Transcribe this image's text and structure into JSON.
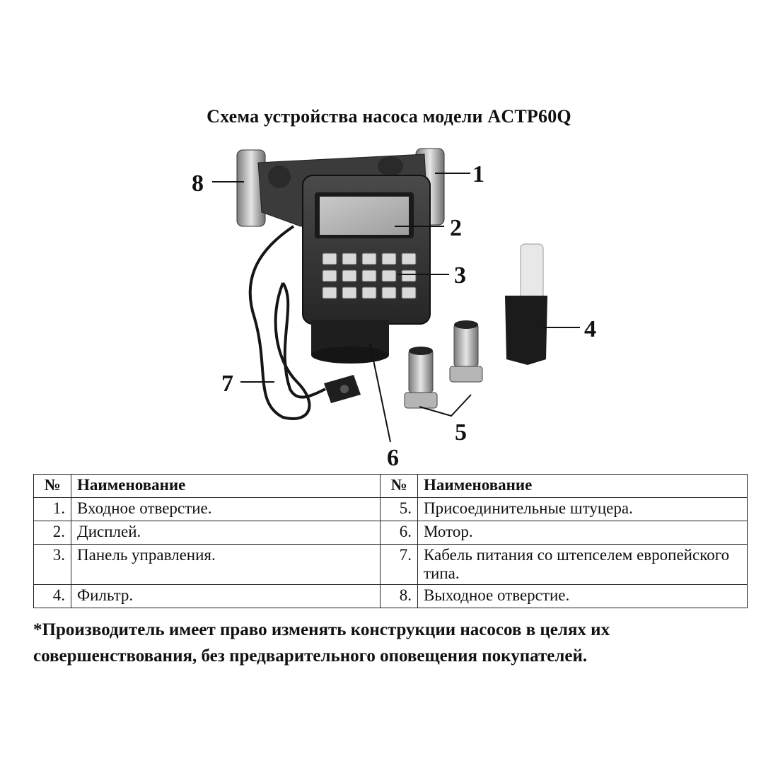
{
  "title": "Схема устройства насоса модели ACTP60Q",
  "callouts": [
    "1",
    "2",
    "3",
    "4",
    "5",
    "6",
    "7",
    "8"
  ],
  "table": {
    "headers": [
      "№",
      "Наименование",
      "№",
      "Наименование"
    ],
    "rows": [
      {
        "n1": "1.",
        "name1": "Входное отверстие.",
        "n2": "5.",
        "name2": "Присоединительные штуцера."
      },
      {
        "n1": "2.",
        "name1": "Дисплей.",
        "n2": "6.",
        "name2": "Мотор."
      },
      {
        "n1": "3.",
        "name1": "Панель управления.",
        "n2": "7.",
        "name2": "Кабель питания со штепселем европейского типа."
      },
      {
        "n1": "4.",
        "name1": "Фильтр.",
        "n2": "8.",
        "name2": "Выходное отверстие."
      }
    ]
  },
  "footnote": "*Производитель имеет право изменять конструкции насосов в целях их совершенствования, без предварительного оповещения покупателей."
}
